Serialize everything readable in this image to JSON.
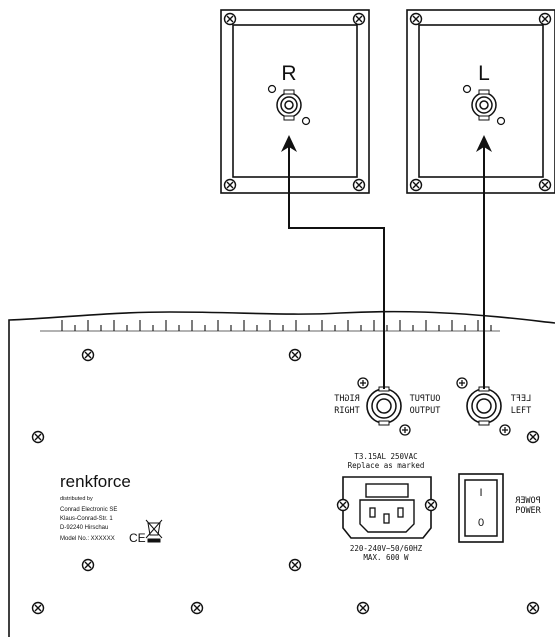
{
  "speakers": {
    "right": {
      "label": "R"
    },
    "left": {
      "label": "L"
    }
  },
  "amplifier": {
    "output": {
      "right_label_mirrored": "RIGHT",
      "right_label": "RIGHT",
      "output_label_mirrored": "OUTPUT",
      "output_label": "OUTPUT",
      "left_label_mirrored": "LEFT",
      "left_label": "LEFT"
    },
    "brand": {
      "name": "renkforce",
      "distributed_by": "distributed by",
      "company": "Conrad Electronic SE",
      "street": "Klaus-Conrad-Str. 1",
      "city": "D-92240 Hirschau",
      "model": "Model No.: XXXXXX",
      "ce_mark": "CE"
    },
    "fuse": {
      "rating": "T3.15AL 250VAC",
      "note": "Replace as marked"
    },
    "power_input": {
      "voltage": "220-240V~50/60HZ",
      "max_power": "MAX. 600 W"
    },
    "power_switch": {
      "on_symbol": "I",
      "off_symbol": "0",
      "label_mirrored": "POWER",
      "label": "POWER"
    }
  }
}
